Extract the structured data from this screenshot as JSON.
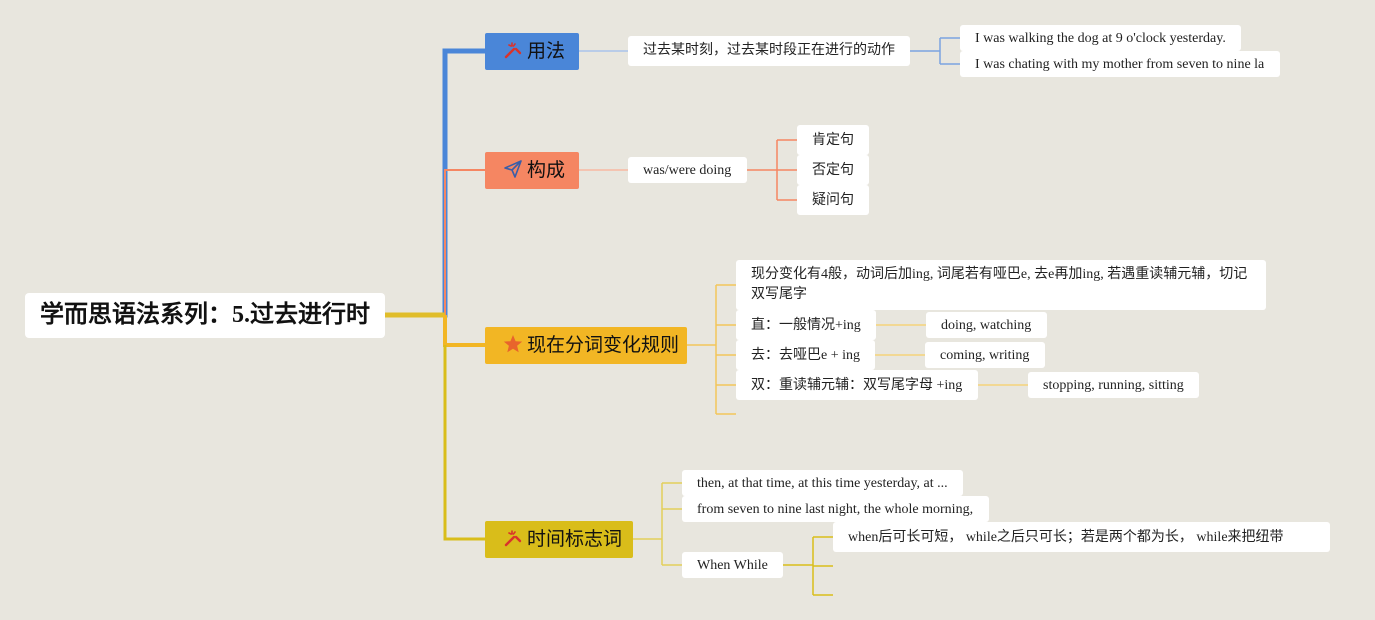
{
  "title": "学而思语法系列：5.过去进行时",
  "colors": {
    "background": "#e8e6de",
    "usage": "#4a86d8",
    "form": "#f58662",
    "rule": "#f2b624",
    "time": "#d9bd1a",
    "icon_red": "#d9332b"
  },
  "branches": {
    "usage": {
      "label": "用法",
      "icon": "magic-wand-icon",
      "definition": "过去某时刻，过去某时段正在进行的动作",
      "examples": [
        "I was walking the dog at 9 o'clock yesterday.",
        "I was chating with my mother from seven to nine la"
      ]
    },
    "form": {
      "label": "构成",
      "icon": "paper-plane-icon",
      "structure": "was/were doing",
      "sentence_types": [
        "肯定句",
        "否定句",
        "疑问句"
      ]
    },
    "rule": {
      "label": "现在分词变化规则",
      "icon": "star-icon",
      "summary": "现分变化有4般，动词后加ing, 词尾若有哑巴e, 去e再加ing, 若遇重读辅元辅，切记双写尾字",
      "rules": [
        {
          "text": "直：一般情况+ing",
          "example": "doing, watching"
        },
        {
          "text": "去：去哑巴e + ing",
          "example": "coming, writing"
        },
        {
          "text": "双：重读辅元辅：双写尾字母 +ing",
          "example": "stopping, running, sitting"
        }
      ]
    },
    "time": {
      "label": "时间标志词",
      "icon": "magic-wand-icon",
      "markers": [
        "then, at that time, at this time yesterday, at ...",
        "from seven to nine last night, the whole morning,"
      ],
      "when_while": "When While",
      "when_while_note": "when后可长可短， while之后只可长；若是两个都为长， while来把纽带"
    }
  }
}
